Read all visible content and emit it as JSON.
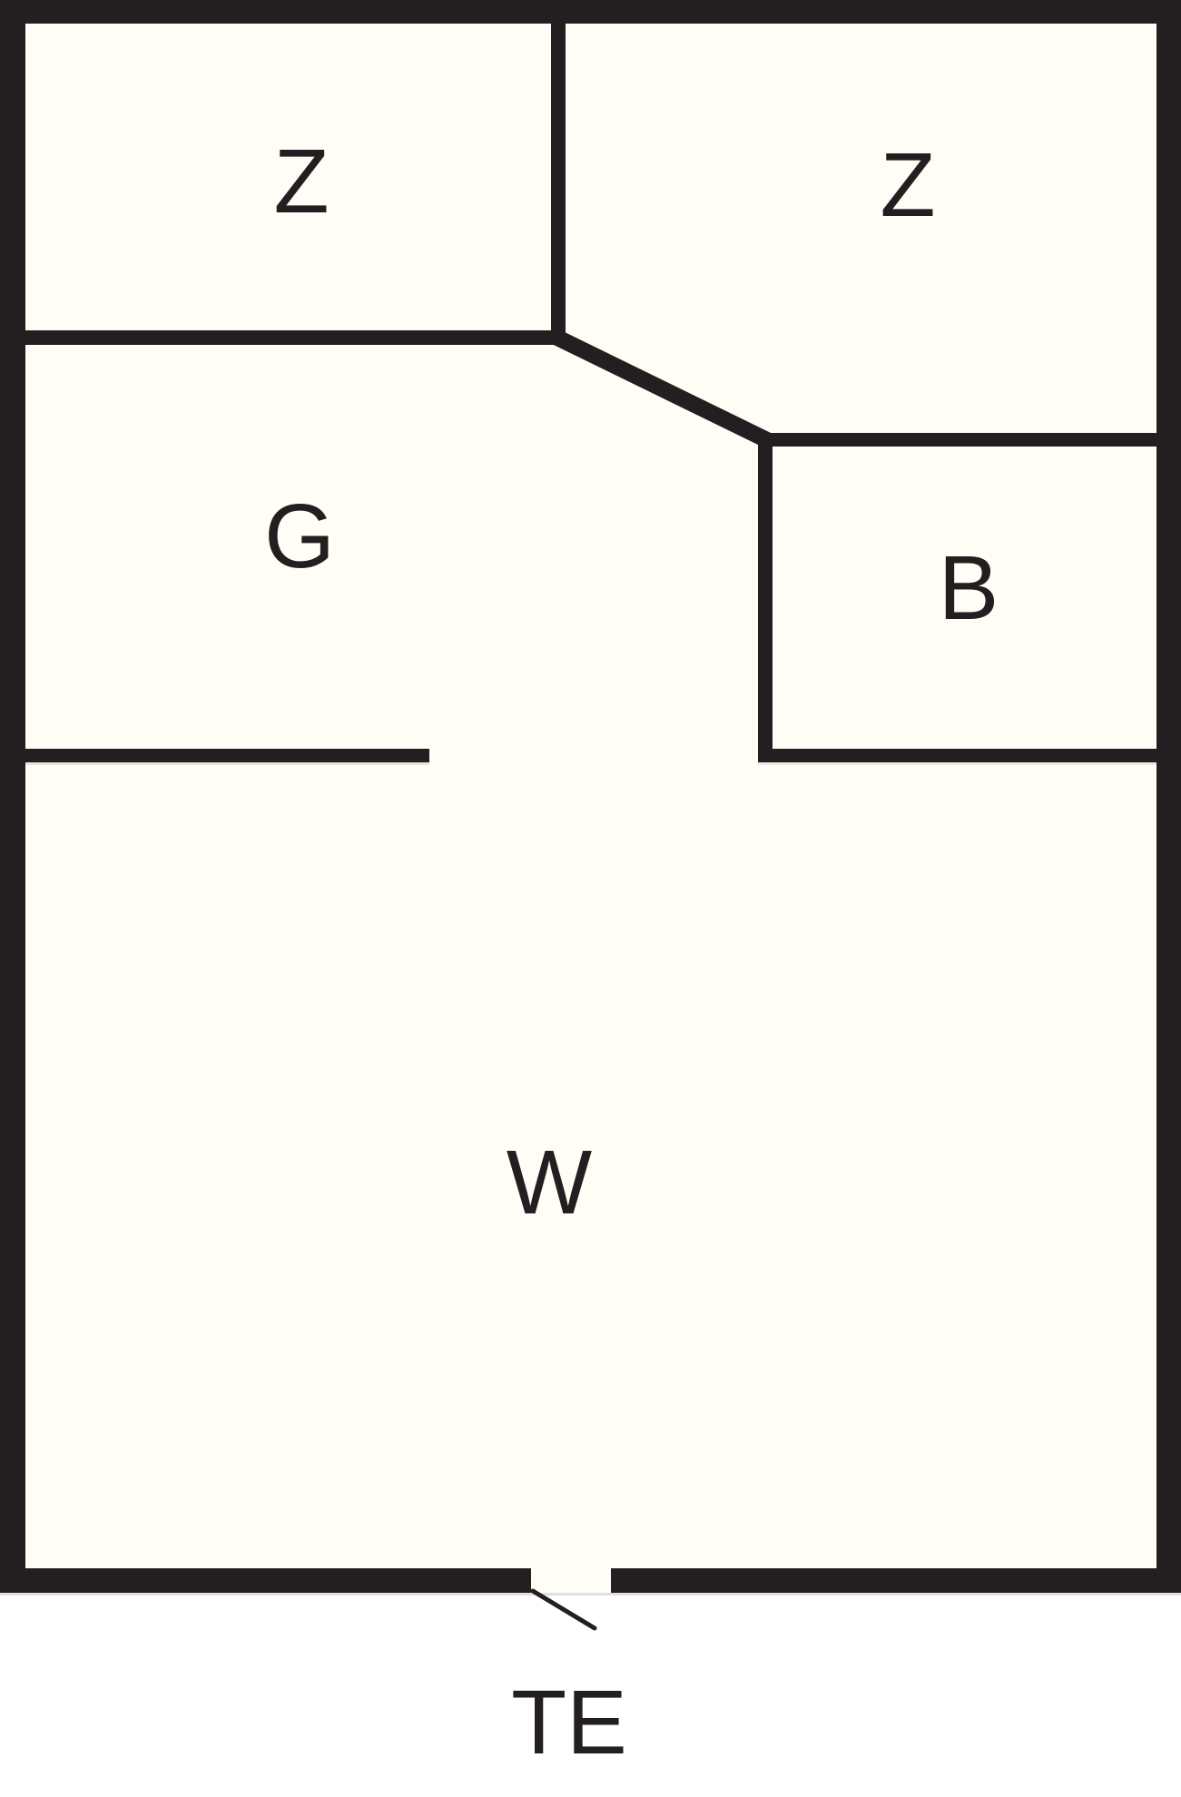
{
  "plan_type": "floor-plan",
  "colors": {
    "wall": "#231f20",
    "floor": "#fffef6",
    "page": "#ffffff",
    "shadow": "#cfcfca"
  },
  "rooms": [
    {
      "id": "room-top-left",
      "label": "Z"
    },
    {
      "id": "room-top-right",
      "label": "Z"
    },
    {
      "id": "room-mid-left",
      "label": "G"
    },
    {
      "id": "room-mid-right",
      "label": "B"
    },
    {
      "id": "room-bottom",
      "label": "W"
    }
  ],
  "entrance": {
    "label": "TE"
  }
}
